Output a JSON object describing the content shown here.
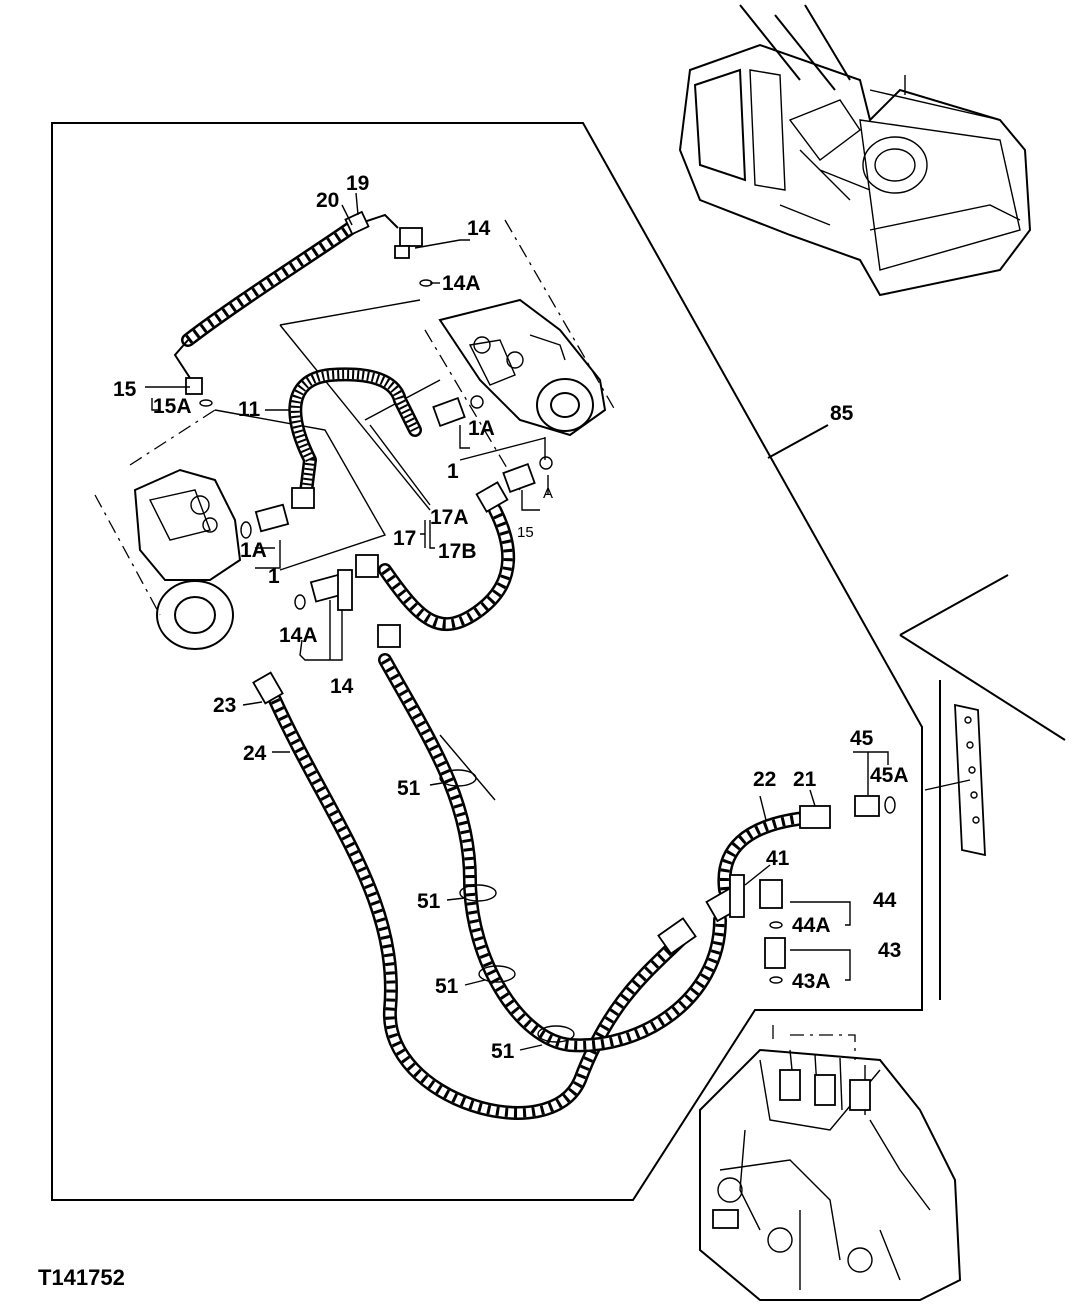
{
  "figure_id": "T141752",
  "callouts": {
    "c20": "20",
    "c19": "19",
    "c14_top": "14",
    "c14a_top": "14A",
    "c15_left": "15",
    "c15a": "15A",
    "c11": "11",
    "c1a_mid": "1A",
    "c1_mid": "1",
    "c85": "85",
    "c17a": "17A",
    "c17": "17",
    "c17b": "17B",
    "c_a": "A",
    "c15_small": "15",
    "c1a_left": "1A",
    "c1_left": "1",
    "c14a_bottom": "14A",
    "c14_bottom": "14",
    "c23": "23",
    "c24": "24",
    "c51_a": "51",
    "c51_b": "51",
    "c51_c": "51",
    "c51_d": "51",
    "c22": "22",
    "c21": "21",
    "c45": "45",
    "c45a": "45A",
    "c41": "41",
    "c44": "44",
    "c44a": "44A",
    "c43": "43",
    "c43a": "43A"
  },
  "icons": [
    "excavator-cab-icon",
    "control-valve-icon",
    "pilot-valve-icon",
    "panel-bracket-icon"
  ]
}
